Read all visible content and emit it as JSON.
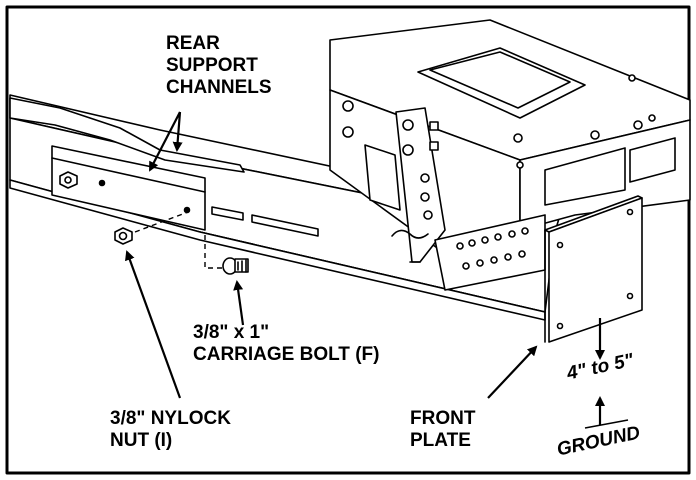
{
  "labels": {
    "rear_support_channels": [
      "REAR",
      "SUPPORT",
      "CHANNELS"
    ],
    "carriage_bolt": [
      "3/8\" x 1\"",
      "CARRIAGE BOLT (F)"
    ],
    "nylock_nut": [
      "3/8\" NYLOCK",
      "NUT (I)"
    ],
    "front_plate": [
      "FRONT",
      "PLATE"
    ],
    "height_range": "4\" to 5\"",
    "ground": "GROUND"
  }
}
